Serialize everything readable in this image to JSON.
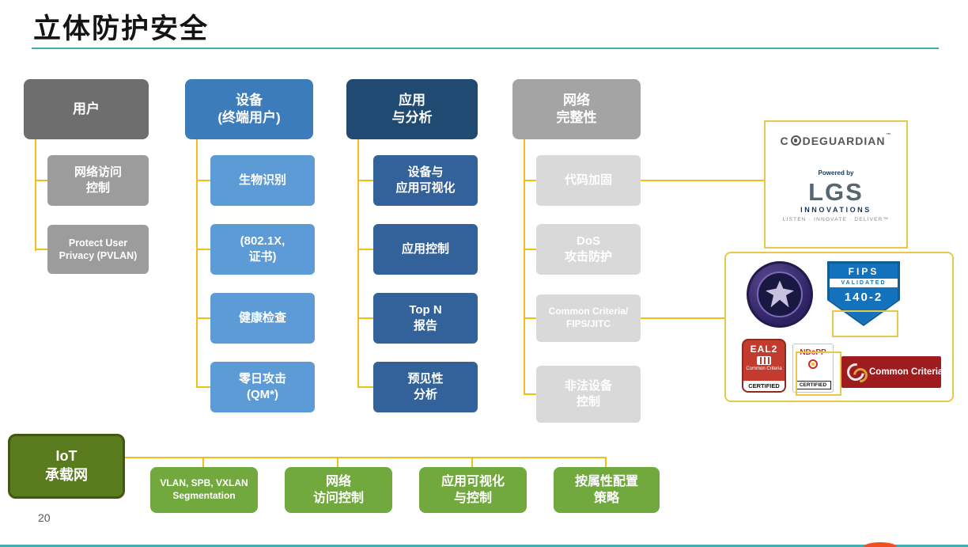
{
  "title": "立体防护安全",
  "page_number": "20",
  "columns": [
    {
      "header": {
        "lines": [
          "用户"
        ]
      },
      "children": [
        {
          "lines": [
            "网络访问",
            "控制"
          ]
        },
        {
          "lines": [
            "Protect User",
            "Privacy (PVLAN)"
          ]
        }
      ]
    },
    {
      "header": {
        "lines": [
          "设备",
          "(终端用户)"
        ]
      },
      "children": [
        {
          "lines": [
            "生物识别"
          ]
        },
        {
          "lines": [
            "(802.1X,",
            "证书)"
          ]
        },
        {
          "lines": [
            "健康检查"
          ]
        },
        {
          "lines": [
            "零日攻击",
            "(QM*)"
          ]
        }
      ]
    },
    {
      "header": {
        "lines": [
          "应用",
          "与分析"
        ]
      },
      "children": [
        {
          "lines": [
            "设备与",
            "应用可视化"
          ]
        },
        {
          "lines": [
            "应用控制"
          ]
        },
        {
          "lines": [
            "Top N",
            "报告"
          ]
        },
        {
          "lines": [
            "预见性",
            "分析"
          ]
        }
      ]
    },
    {
      "header": {
        "lines": [
          "网络",
          "完整性"
        ]
      },
      "children": [
        {
          "lines": [
            "代码加固"
          ]
        },
        {
          "lines": [
            "DoS",
            "攻击防护"
          ]
        },
        {
          "lines": [
            "Common Criteria/",
            "FIPS/JITC"
          ]
        },
        {
          "lines": [
            "非法设备",
            "控制"
          ]
        }
      ]
    }
  ],
  "bottom_row": {
    "iot": {
      "lines": [
        "IoT",
        "承载网"
      ]
    },
    "items": [
      {
        "lines": [
          "VLAN, SPB, VXLAN",
          "Segmentation"
        ]
      },
      {
        "lines": [
          "网络",
          "访问控制"
        ]
      },
      {
        "lines": [
          "应用可视化",
          "与控制"
        ]
      },
      {
        "lines": [
          "按属性配置",
          "策略"
        ]
      }
    ]
  },
  "right_panel": {
    "codeguardian": {
      "brand_prefix": "C",
      "brand_suffix": "DEGUARDIAN",
      "trademark": "™",
      "powered_by": "Powered by",
      "lgs": "LGS",
      "innovations": "INNOVATIONS",
      "tagline": "LISTEN · INNOVATE · DELIVER™"
    },
    "fips_badge": {
      "line1": "FIPS",
      "line2": "VALIDATED",
      "line3": "140-2"
    },
    "eal2_badge": {
      "title": "EAL2",
      "subtitle": "Common Criteria",
      "certified": "CERTIFIED"
    },
    "ndcpp_badge": {
      "title": "NDcPP",
      "certified": "CERTIFIED"
    },
    "common_criteria_badge": {
      "label": "Common Criteria"
    }
  },
  "colors": {
    "title_underline": "#3EAFAE",
    "connector": "#EFBF1E",
    "col_user_header": "#6E6E6E",
    "col_user_child": "#9C9C9C",
    "col_device_header": "#3C7CBB",
    "col_device_child": "#5C9BD6",
    "col_app_header": "#204A72",
    "col_app_child": "#33629B",
    "col_network_header": "#A4A4A4",
    "col_network_child": "#D9D9D9",
    "green_box": "#72A93F",
    "iot_green": "#5A7A1E",
    "fips_blue": "#1372BB",
    "eal2_red": "#C23B2E",
    "cc_dark_red": "#9E1B1E"
  }
}
